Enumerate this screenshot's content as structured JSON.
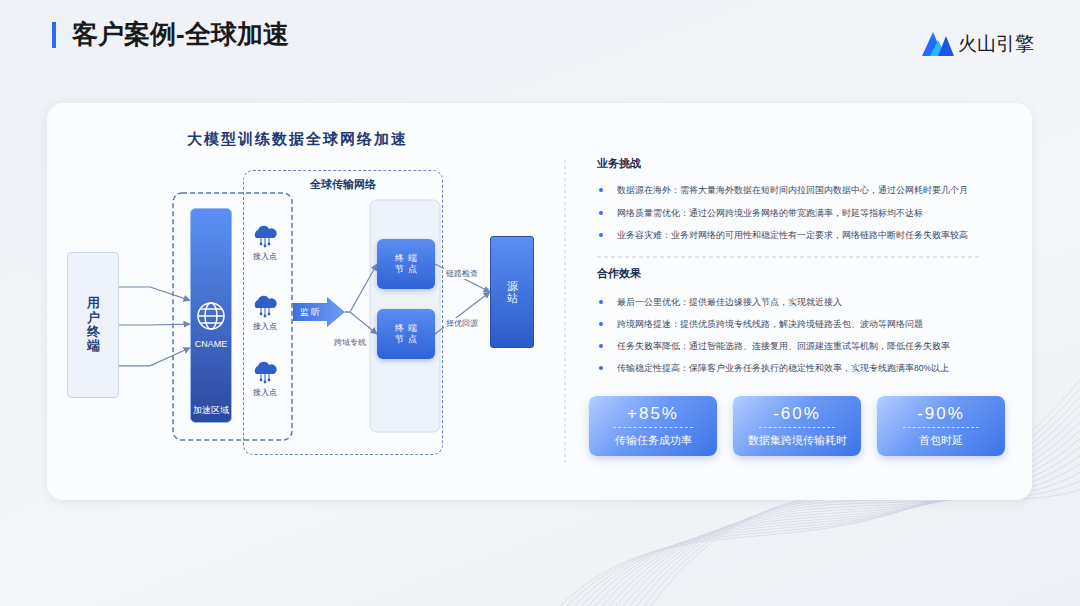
{
  "diagram": {
    "title": "客户案例-全球加速",
    "nodes": [
      {
        "text": [
          "用户终端"
        ]
      },
      {
        "text": [
          "全球传输网络"
        ]
      },
      {
        "text": [
          "CNAME",
          "加速区域"
        ]
      },
      {
        "text": [
          "监听"
        ],
        "in": 1
      },
      {
        "text": [
          "终端节点"
        ],
        "in": 1
      },
      {
        "text": [
          "终端节点"
        ],
        "in": 1
      },
      {
        "text": [
          "源站"
        ]
      },
      {
        "text": [
          "+85%",
          "传输任务成功率"
        ]
      },
      {
        "text": [
          "-60%",
          "数据集跨境传输耗时"
        ]
      },
      {
        "text": [
          "-90%",
          "首包时延"
        ]
      }
    ],
    "edges": [
      {
        "from": 0,
        "to": 2,
        "arrow": "to"
      },
      {
        "from": 0,
        "to": 2,
        "arrow": "to"
      },
      {
        "from": 0,
        "to": 2,
        "arrow": "to"
      },
      {
        "from": 3,
        "to": 4,
        "arrow": "to"
      },
      {
        "from": 3,
        "to": 5,
        "arrow": "to",
        "label": "跨域专线"
      },
      {
        "from": 4,
        "to": 6,
        "arrow": "to",
        "label": "链路检查"
      },
      {
        "from": 5,
        "to": 6,
        "arrow": "to",
        "label": "择优回源"
      }
    ],
    "labels": [
      "火山引擎",
      "大模型训练数据全球网络加速",
      "接入点",
      "接入点",
      "接入点",
      "业务挑战",
      "数据源在海外：需将大量海外数据在短时间内拉回国内数据中心，通过公网耗时要几个月",
      "网络质量需优化：通过公网跨境业务网络的带宽跑满率，时延等指标均不达标",
      "业务容灾难：业务对网络的可用性和稳定性有一定要求，网络链路中断时任务失败率较高",
      "合作效果",
      "最后一公里优化：提供最佳边缘接入节点，实现就近接入",
      "跨境网络提速：提供优质跨境专线线路，解决跨境链路丢包、波动等网络问题",
      "任务失败率降低：通过智能选路、连接复用、回源建连重试等机制，降低任务失败率",
      "传输稳定性提高：保障客户业务任务执行的稳定性和效率，实现专线跑满率80%以上"
    ]
  }
}
